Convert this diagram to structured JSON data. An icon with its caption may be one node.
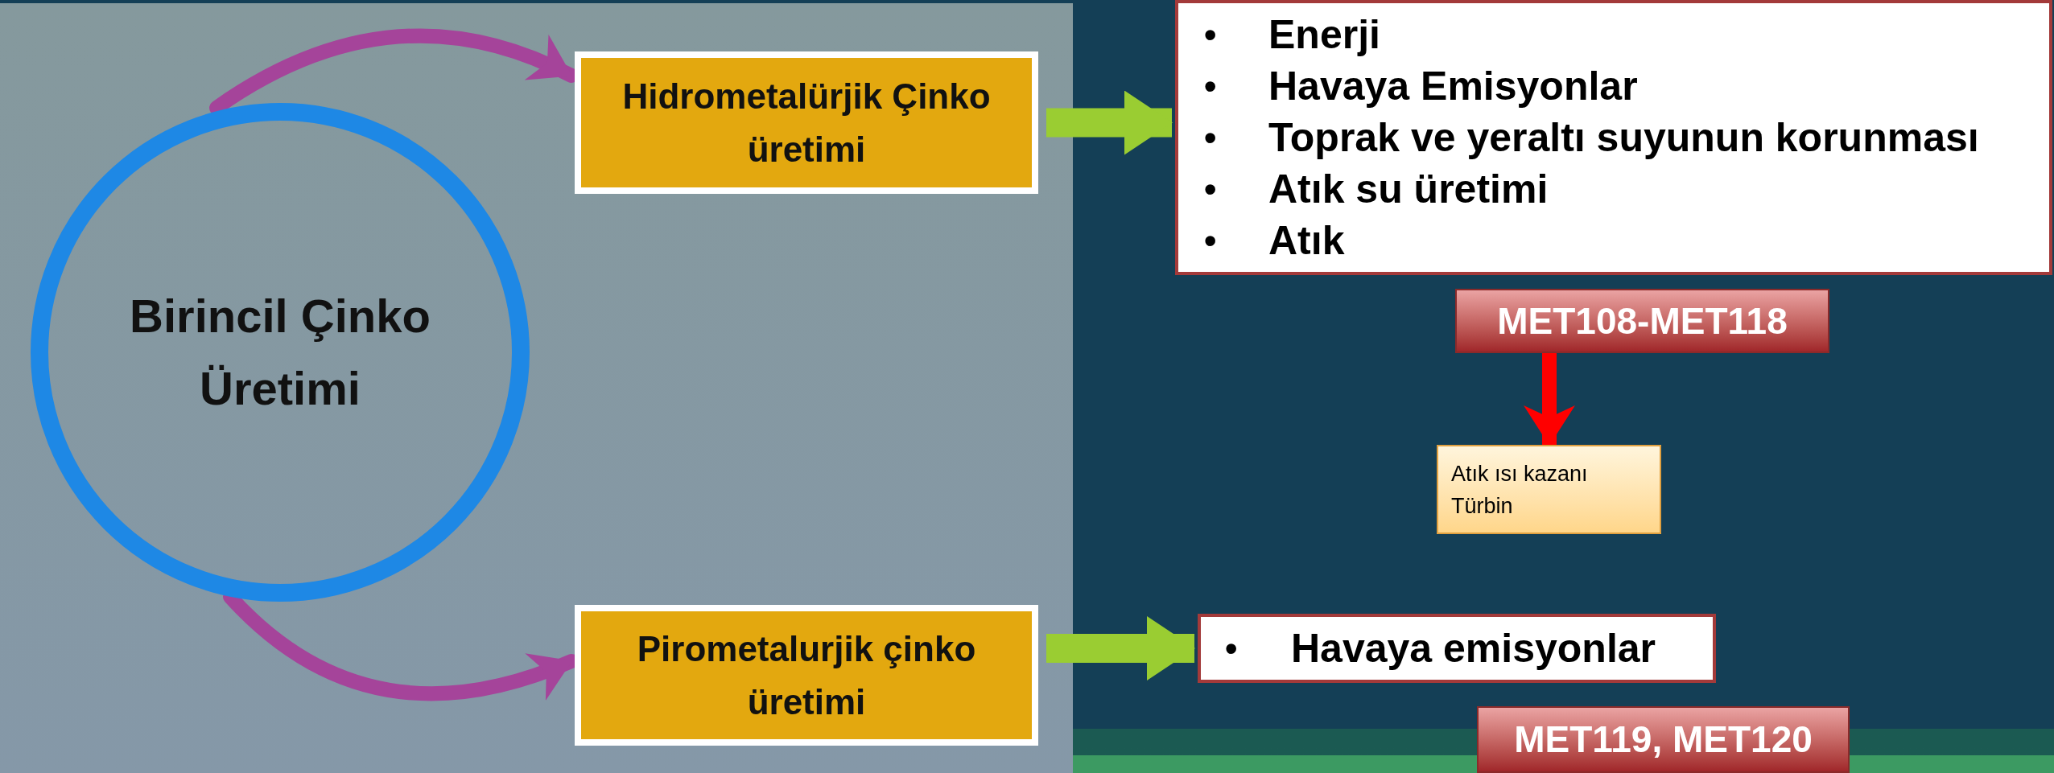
{
  "diagram": {
    "nodes": [
      {
        "text": [
          "Birincil Çinko Üretimi"
        ]
      },
      {
        "text": [
          "Hidrometalürjik Çinko üretimi"
        ]
      },
      {
        "text": [
          "Pirometalurjik çinko üretimi"
        ]
      },
      {
        "text": [
          "Enerji",
          "Havaya Emisyonlar",
          "Toprak ve yeraltı suyunun korunması",
          "Atık su üretimi",
          "Atık"
        ]
      },
      {
        "text": [
          "MET108-MET118"
        ]
      },
      {
        "text": [
          "Atık ısı kazanı",
          "Türbin"
        ]
      },
      {
        "text": [
          "Havaya emisyonlar"
        ]
      },
      {
        "text": [
          "MET119, MET120"
        ]
      }
    ],
    "edges": [
      {
        "from": 0,
        "to": 1,
        "arrow": "to",
        "color": "#a5449a"
      },
      {
        "from": 0,
        "to": 2,
        "arrow": "to",
        "color": "#a5449a"
      },
      {
        "from": 1,
        "to": 3,
        "arrow": "to",
        "style": "thick",
        "color": "#9acd32"
      },
      {
        "from": 2,
        "to": 6,
        "arrow": "to",
        "style": "thick",
        "color": "#9acd32"
      },
      {
        "from": 4,
        "to": 5,
        "arrow": "to",
        "color": "#ff0000"
      }
    ],
    "labels": [
      "•",
      "•",
      "•",
      "•",
      "•",
      "•"
    ]
  }
}
